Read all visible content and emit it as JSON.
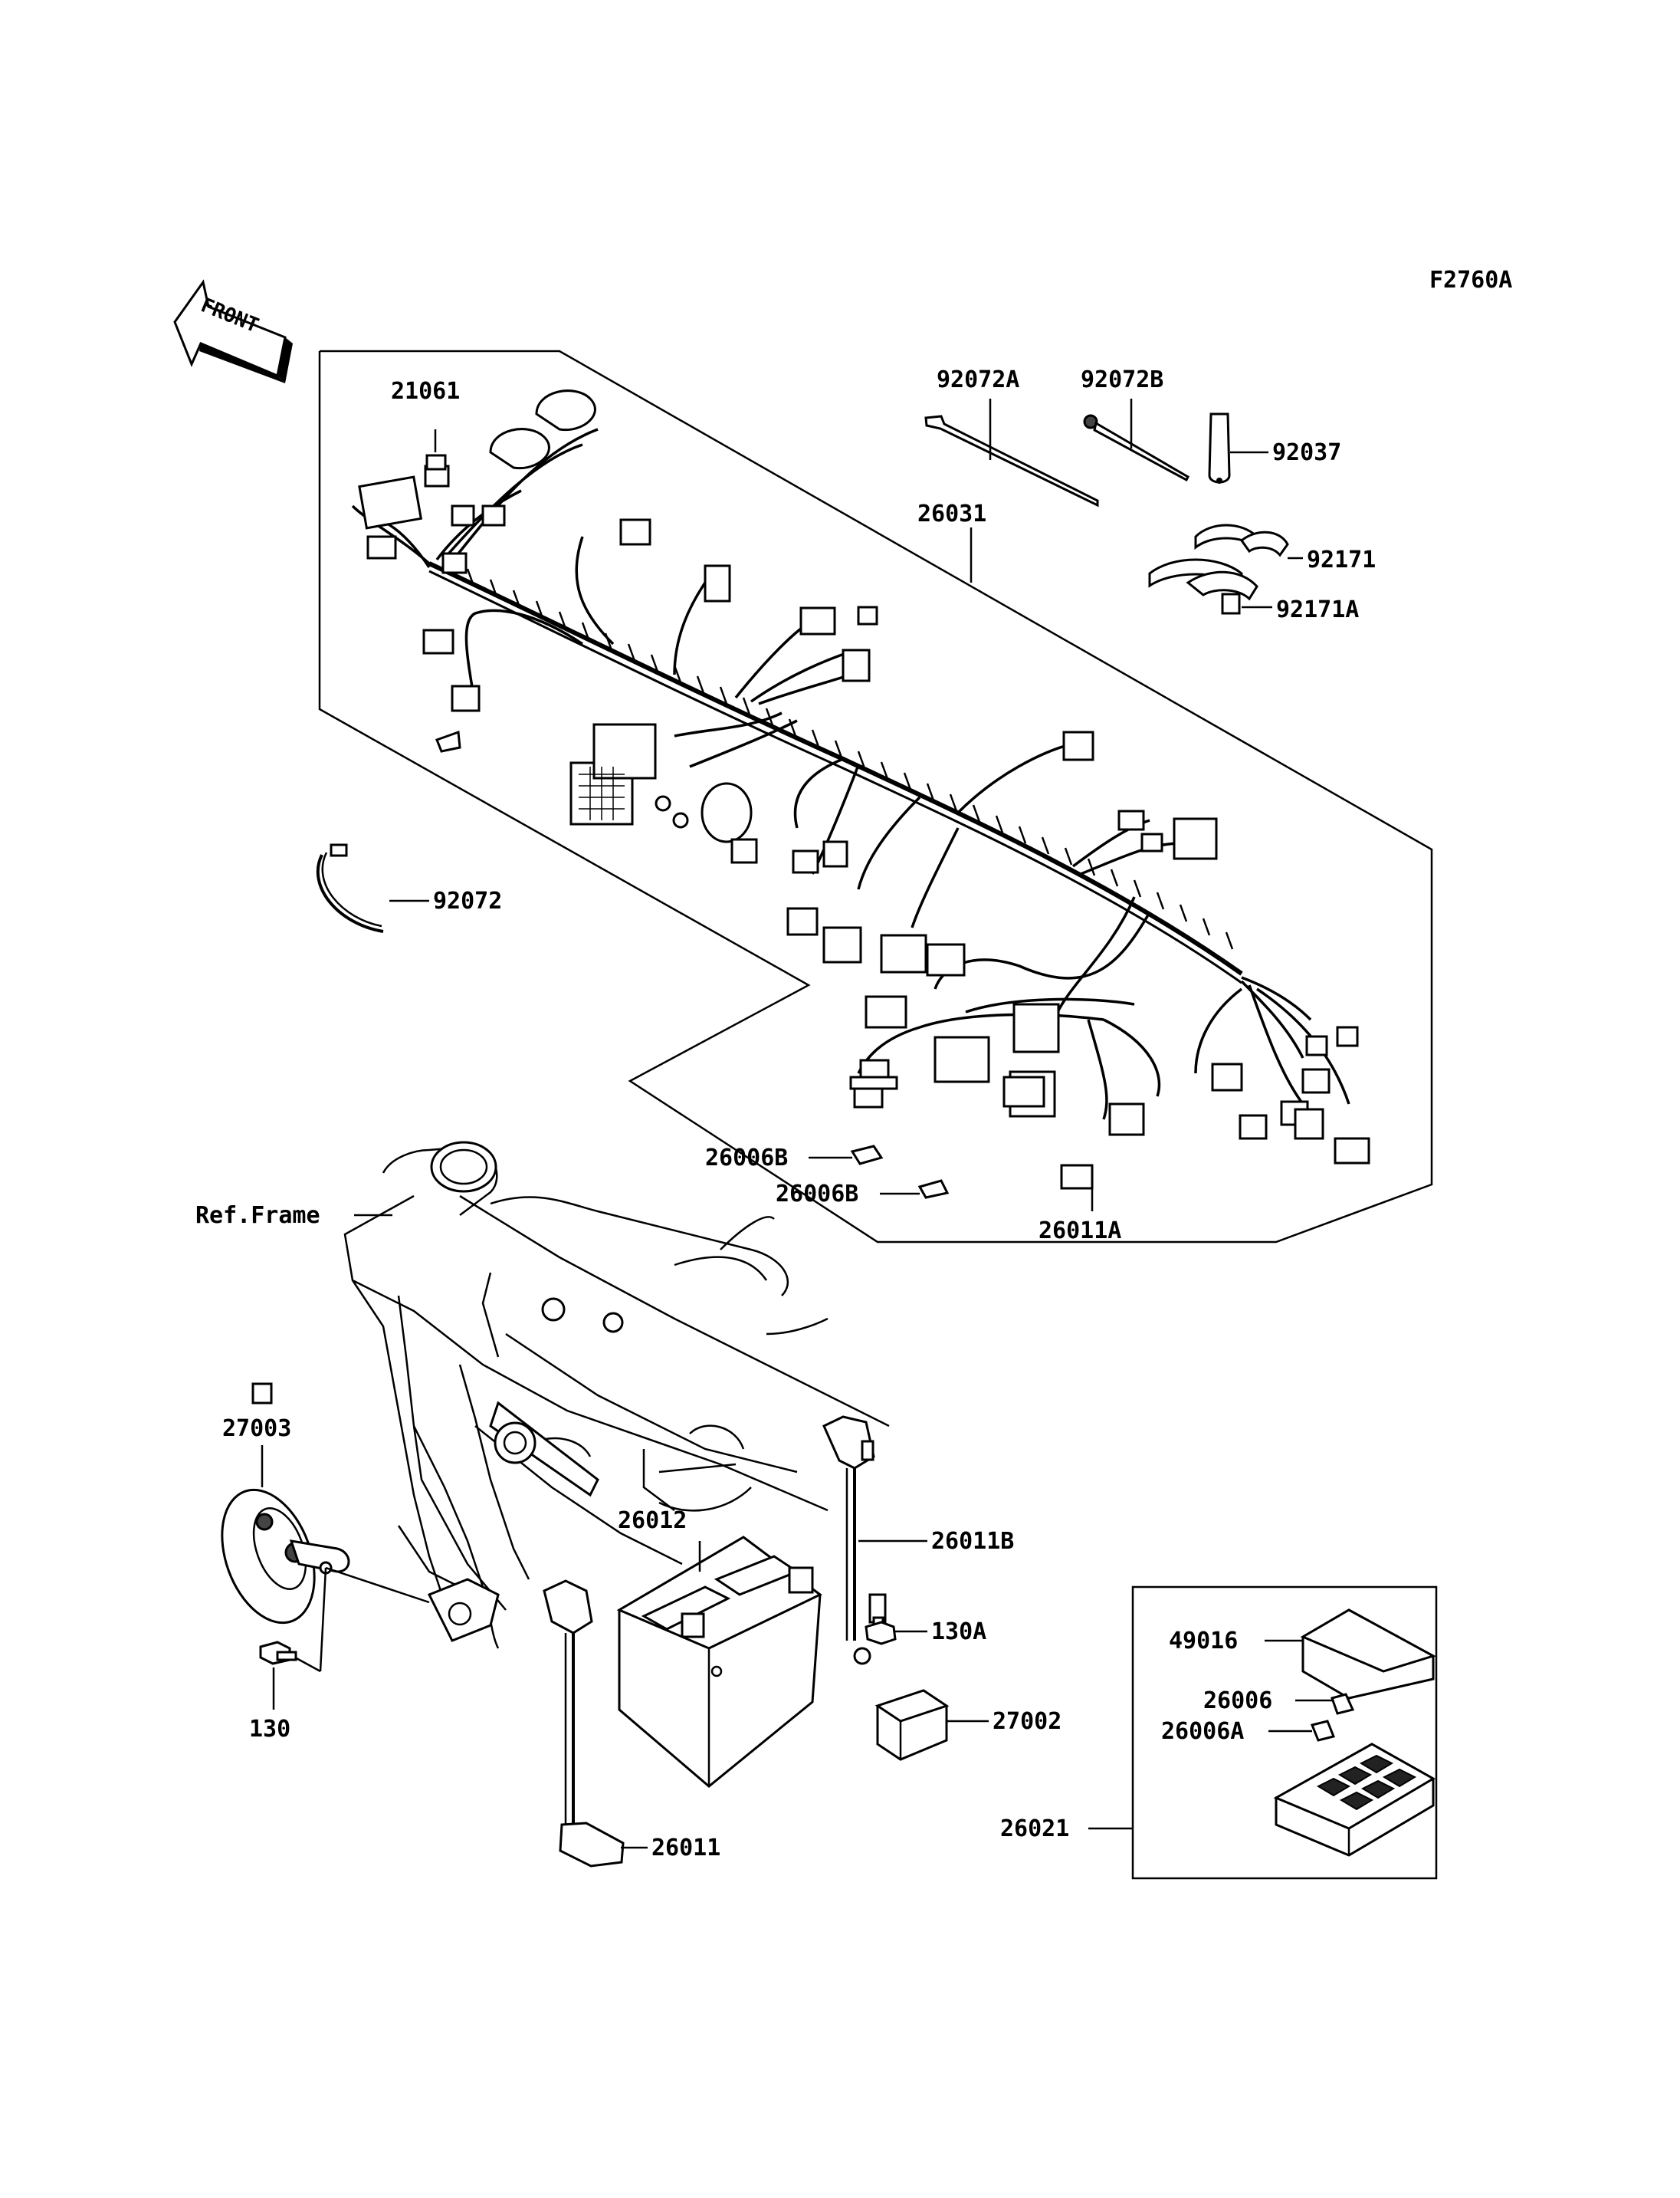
{
  "figure_code": "F2760A",
  "front_arrow_label": "FRONT",
  "ref_frame_label": "Ref.Frame",
  "parts": [
    {
      "id": "21061",
      "label": "21061"
    },
    {
      "id": "92072A",
      "label": "92072A"
    },
    {
      "id": "92072B",
      "label": "92072B"
    },
    {
      "id": "92037",
      "label": "92037"
    },
    {
      "id": "26031",
      "label": "26031"
    },
    {
      "id": "92171",
      "label": "92171"
    },
    {
      "id": "92171A",
      "label": "92171A"
    },
    {
      "id": "92072",
      "label": "92072"
    },
    {
      "id": "26006B-1",
      "label": "26006B"
    },
    {
      "id": "26006B-2",
      "label": "26006B"
    },
    {
      "id": "26011A",
      "label": "26011A"
    },
    {
      "id": "27003",
      "label": "27003"
    },
    {
      "id": "130",
      "label": "130"
    },
    {
      "id": "26012",
      "label": "26012"
    },
    {
      "id": "26011B",
      "label": "26011B"
    },
    {
      "id": "130A",
      "label": "130A"
    },
    {
      "id": "27002",
      "label": "27002"
    },
    {
      "id": "26011",
      "label": "26011"
    },
    {
      "id": "49016",
      "label": "49016"
    },
    {
      "id": "26006",
      "label": "26006"
    },
    {
      "id": "26006A",
      "label": "26006A"
    },
    {
      "id": "26021",
      "label": "26021"
    }
  ]
}
